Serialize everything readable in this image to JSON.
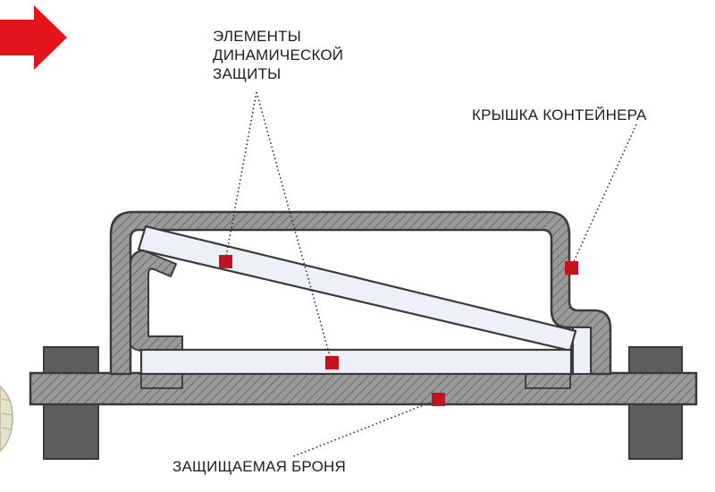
{
  "labels": {
    "era_elements": [
      "ЭЛЕМЕНТЫ",
      "ДИНАМИЧЕСКОЙ",
      "ЗАЩИТЫ"
    ],
    "container_lid": "КРЫШКА КОНТЕЙНЕРА",
    "protected_armor": "ЗАЩИЩАЕМАЯ БРОНЯ"
  },
  "colors": {
    "hatch_fill": "#9a9a9a",
    "hatch_line": "#6e6e6e",
    "outline": "#3a3a3a",
    "plate_fill": "#eef0f7",
    "bolt_fill": "#5e5e5e",
    "marker": "#c0141e",
    "arrow": "#e3141b",
    "leader_line": "#2a2a2a"
  },
  "icons": {
    "direction_arrow": "right-arrow-icon"
  }
}
